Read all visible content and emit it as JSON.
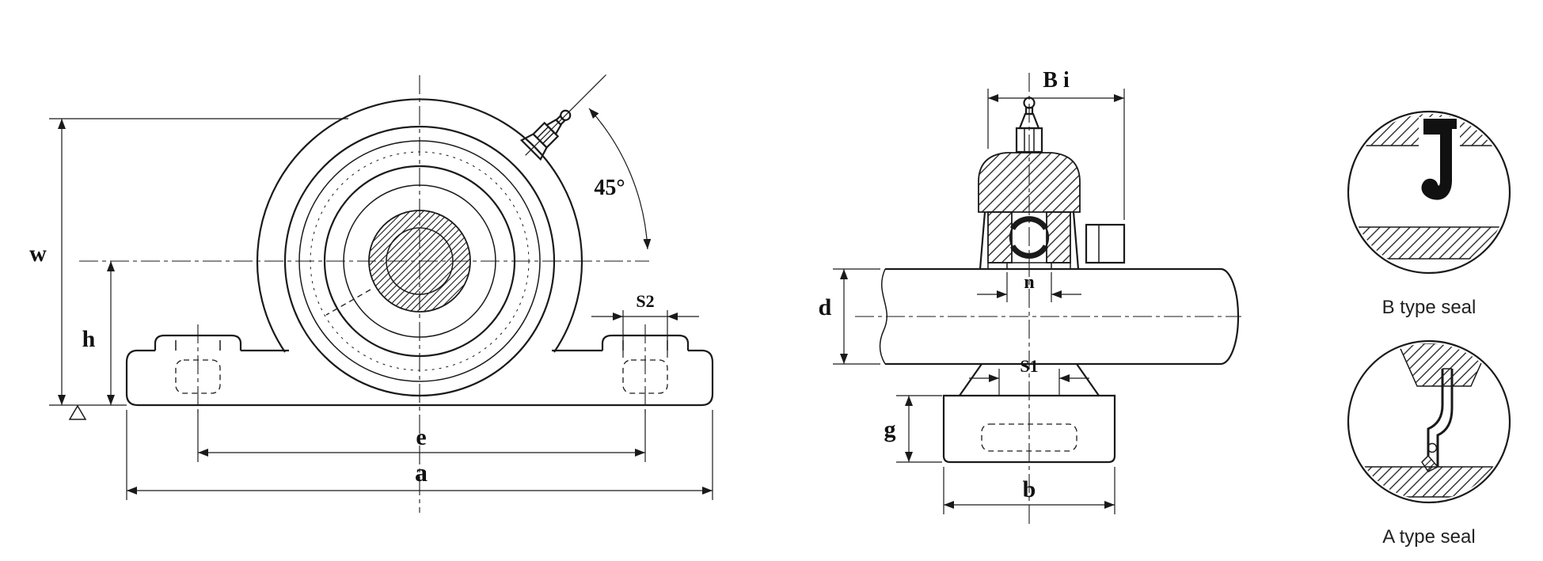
{
  "drawing": {
    "front_view": {
      "w": "w",
      "h": "h",
      "e": "e",
      "a": "a",
      "s2": "S2",
      "angle": "45°"
    },
    "side_view": {
      "Bi": "B i",
      "n": "n",
      "d": "d",
      "s1": "S1",
      "g": "g",
      "b": "b"
    },
    "seal_details": {
      "b_type": "B type seal",
      "a_type": "A type seal"
    },
    "colors": {
      "line": "#1a1a1a",
      "background": "#ffffff"
    }
  }
}
